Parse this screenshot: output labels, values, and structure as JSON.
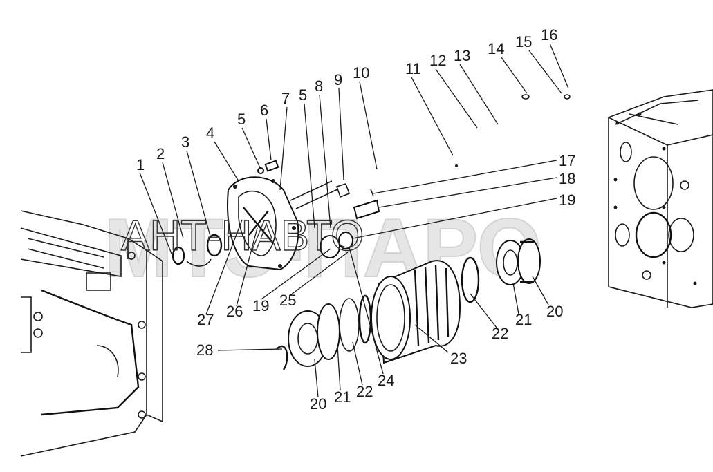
{
  "watermark": {
    "background_text": "МТЗ-ПАРО",
    "overlay_text": "АНТ-НАВТО"
  },
  "callouts": [
    "1",
    "2",
    "3",
    "4",
    "5",
    "6",
    "7",
    "5",
    "8",
    "9",
    "10",
    "11",
    "12",
    "13",
    "14",
    "15",
    "16",
    "17",
    "18",
    "19",
    "27",
    "26",
    "19",
    "25",
    "28",
    "20",
    "21",
    "22",
    "24",
    "23",
    "22",
    "21",
    "20"
  ]
}
